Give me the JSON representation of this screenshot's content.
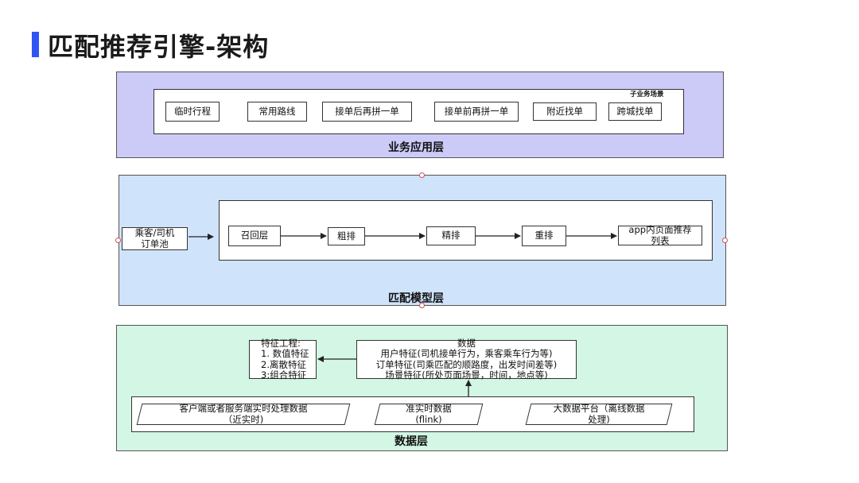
{
  "title": "匹配推荐引擎-架构",
  "business_layer": {
    "label": "业务应用层",
    "group_label": "子业务场景",
    "items": [
      "临时行程",
      "常用路线",
      "接单后再拼一单",
      "接单前再拼一单",
      "附近找单",
      "跨城找单"
    ]
  },
  "model_layer": {
    "label": "匹配模型层",
    "source": [
      "乘客/司机",
      "订单池"
    ],
    "pipeline": [
      "召回层",
      "粗排",
      "精排",
      "重排"
    ],
    "output": [
      "app内页面推荐",
      "列表"
    ]
  },
  "data_layer": {
    "label": "数据层",
    "feature_engineering": [
      "特征工程:",
      "1. 数值特征",
      "2.离散特征",
      "3:组合特征"
    ],
    "data_box": [
      "数据",
      "用户特征(司机接单行为，乘客乘车行为等)",
      "订单特征(司乘匹配的顺路度，出发时间差等)",
      "场景特征(所处页面场景，时间，地点等)"
    ],
    "sources": [
      [
        "客户端或者服务端实时处理数据",
        "（近实时)"
      ],
      [
        "准实时数据",
        "(flink)"
      ],
      [
        "大数据平台（离线数据",
        "处理)"
      ]
    ]
  }
}
